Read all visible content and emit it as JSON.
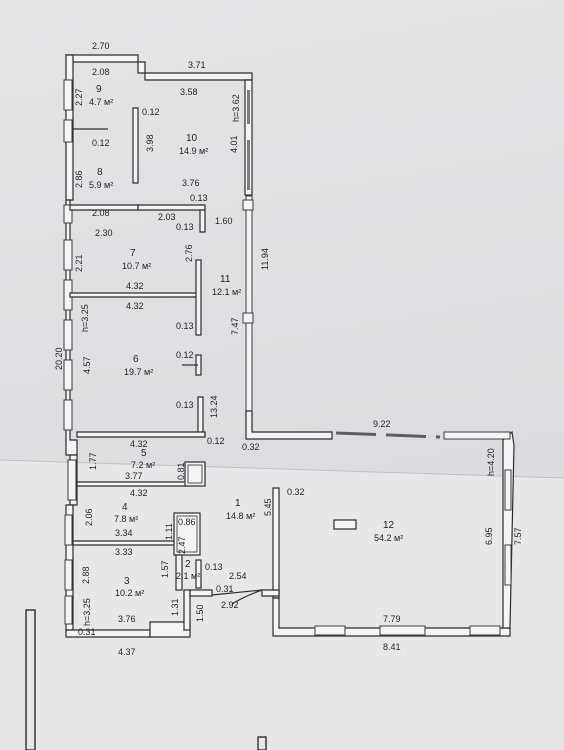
{
  "plan": {
    "rooms": [
      {
        "id": "9",
        "area": "4.7 м²"
      },
      {
        "id": "10",
        "area": "14.9 м²"
      },
      {
        "id": "8",
        "area": "5.9 м²"
      },
      {
        "id": "7",
        "area": "10.7 м²"
      },
      {
        "id": "11",
        "area": "12.1 м²"
      },
      {
        "id": "6",
        "area": "19.7 м²"
      },
      {
        "id": "5",
        "area": "7.2 м²"
      },
      {
        "id": "4",
        "area": "7.8 м²"
      },
      {
        "id": "1",
        "area": "14.8 м²"
      },
      {
        "id": "12",
        "area": "54.2 м²"
      },
      {
        "id": "2",
        "area": "2.1 м²"
      },
      {
        "id": "3",
        "area": "10.2 м²"
      }
    ],
    "dims": {
      "d270": "2.70",
      "d371": "3.71",
      "d208a": "2.08",
      "d227": "2.27",
      "d358": "3.58",
      "h362": "h=3.62",
      "d401": "4.01",
      "d012a": "0.12",
      "d398": "3.98",
      "d012b": "0.12",
      "d286": "2.86",
      "d376": "3.76",
      "d013a": "0.13",
      "d208b": "2.08",
      "d203": "2.03",
      "d230": "2.30",
      "d013b": "0.13",
      "d160": "1.60",
      "d221": "2.21",
      "d276": "2.76",
      "d1194": "11.94",
      "d432a": "4.32",
      "d432b": "4.32",
      "h325a": "h=3.25",
      "d747": "7.47",
      "d013c": "0.13",
      "d2020": "20.20",
      "d457": "4.57",
      "d012c": "0.12",
      "d013d": "0.13",
      "d1324": "13.24",
      "d432c": "4.32",
      "d012d": "0.12",
      "d032a": "0.32",
      "d922": "9.22",
      "h420": "h=4.20",
      "d177": "1.77",
      "d377": "3.77",
      "d081": "0.81",
      "d432d": "4.32",
      "d032b": "0.32",
      "d545": "5.45",
      "d206": "2.06",
      "d086": "0.86",
      "d334": "3.34",
      "d111": "1.11",
      "d247": "2.47",
      "d695": "6.95",
      "d757": "7.57",
      "d333": "3.33",
      "d157": "1.57",
      "d013e": "0.13",
      "d254": "2.54",
      "d288": "2.88",
      "d031a": "0.31",
      "d292": "2.92",
      "h325b": "h=3.25",
      "d376b": "3.76",
      "d131": "1.31",
      "d150": "1.50",
      "d031b": "0.31",
      "d437": "4.37",
      "d779": "7.79",
      "d841": "8.41"
    }
  }
}
